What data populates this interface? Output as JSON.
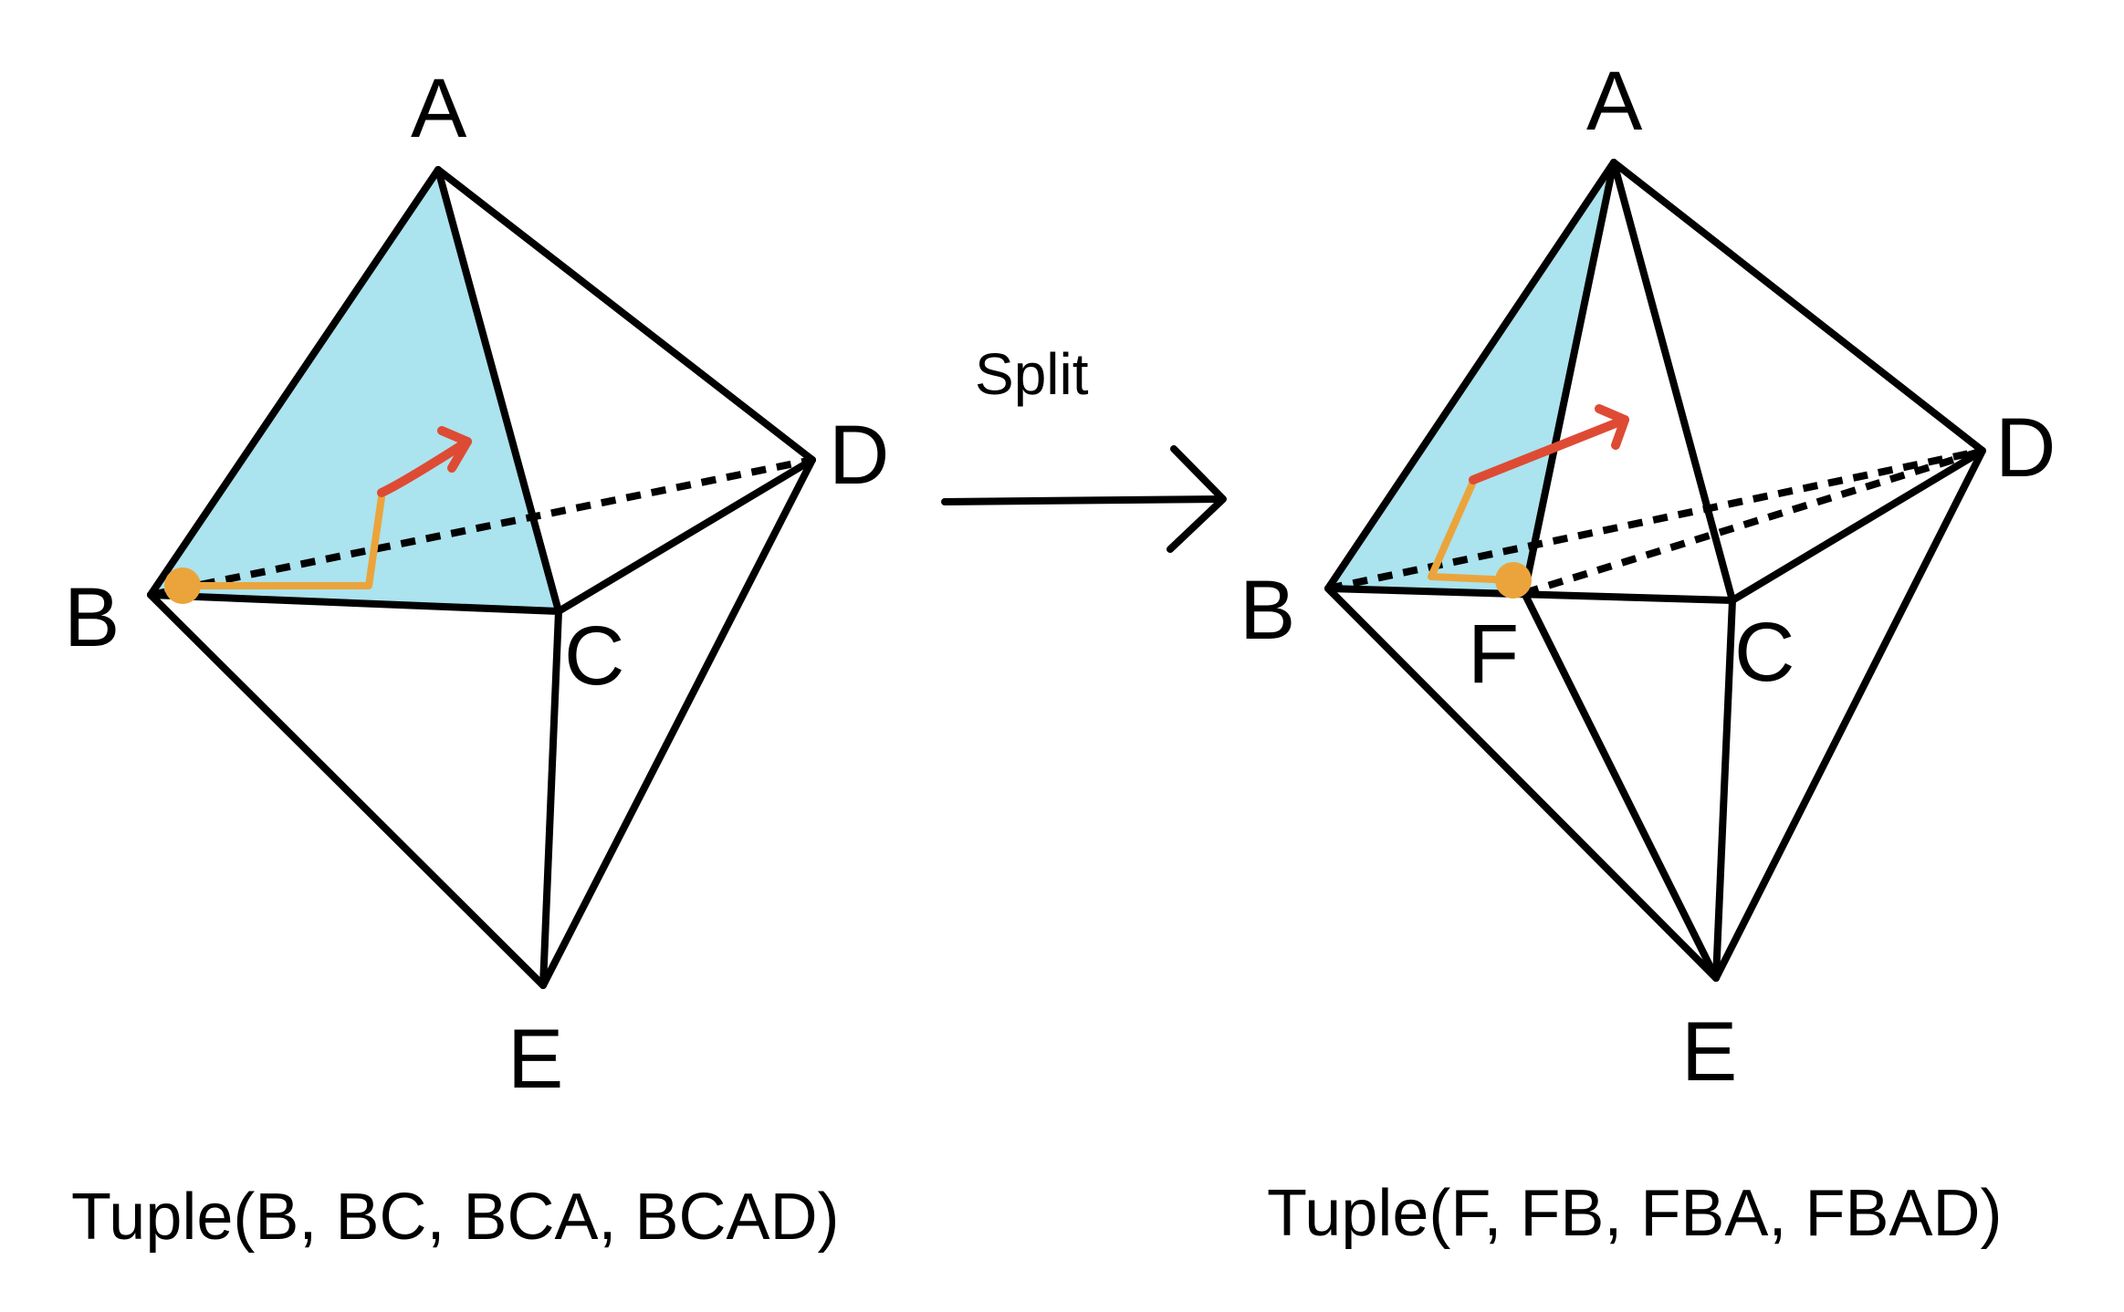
{
  "colors": {
    "face": "#abe3ee",
    "path": "#eba43b",
    "arrow": "#de4b34",
    "line": "#000000"
  },
  "left": {
    "labels": {
      "A": "A",
      "B": "B",
      "C": "C",
      "D": "D",
      "E": "E"
    },
    "caption": "Tuple(B, BC, BCA, BCAD)"
  },
  "transition": {
    "label": "Split"
  },
  "right": {
    "labels": {
      "A": "A",
      "B": "B",
      "C": "C",
      "D": "D",
      "E": "E",
      "F": "F"
    },
    "caption": "Tuple(F, FB, FBA, FBAD)"
  }
}
